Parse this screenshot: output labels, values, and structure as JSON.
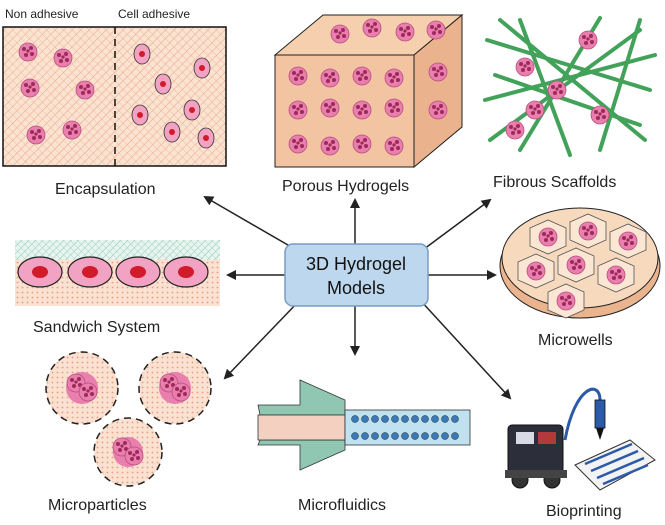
{
  "center": {
    "line1": "3D Hydrogel",
    "line2": "Models"
  },
  "panels": {
    "encapsulation": {
      "label": "Encapsulation",
      "left_header": "Non adhesive",
      "right_header": "Cell adhesive"
    },
    "porous": {
      "label": "Porous Hydrogels"
    },
    "fibrous": {
      "label": "Fibrous Scaffolds"
    },
    "sandwich": {
      "label": "Sandwich System"
    },
    "microwells": {
      "label": "Microwells"
    },
    "microparticles": {
      "label": "Microparticles"
    },
    "microfluidics": {
      "label": "Microfluidics"
    },
    "bioprinting": {
      "label": "Bioprinting"
    }
  },
  "colors": {
    "hub_fill": "#bcd7ee",
    "hub_stroke": "#7a9cc0",
    "gel": "#f4c6a6",
    "gel_hatch": "#e7a07d",
    "cell": "#e97fae",
    "nucleus": "#d11a2a",
    "fiber": "#43a25a",
    "teal": "#7fbfb0"
  }
}
